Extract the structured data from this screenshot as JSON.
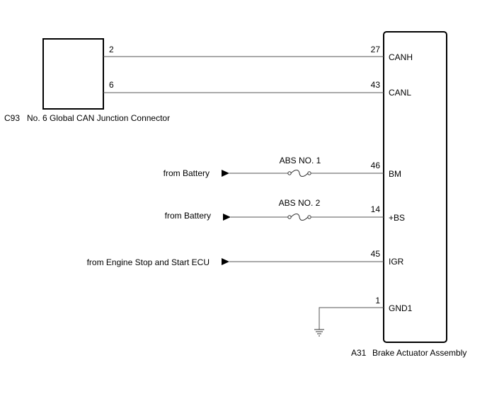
{
  "junction_connector": {
    "code": "C93",
    "name": "No. 6 Global CAN Junction Connector",
    "pins": {
      "canh": "2",
      "canl": "6"
    }
  },
  "actuator": {
    "code": "A31",
    "name": "Brake Actuator Assembly"
  },
  "terminals": {
    "canh": {
      "pin": "27",
      "label": "CANH"
    },
    "canl": {
      "pin": "43",
      "label": "CANL"
    },
    "bm": {
      "pin": "46",
      "label": "BM"
    },
    "bs": {
      "pin": "14",
      "label": "+BS"
    },
    "igr": {
      "pin": "45",
      "label": "IGR"
    },
    "gnd1": {
      "pin": "1",
      "label": "GND1"
    }
  },
  "fuses": {
    "abs1": "ABS NO. 1",
    "abs2": "ABS NO. 2"
  },
  "sources": {
    "battery1": "from Battery",
    "battery2": "from Battery",
    "ecu": "from Engine Stop and Start ECU"
  }
}
